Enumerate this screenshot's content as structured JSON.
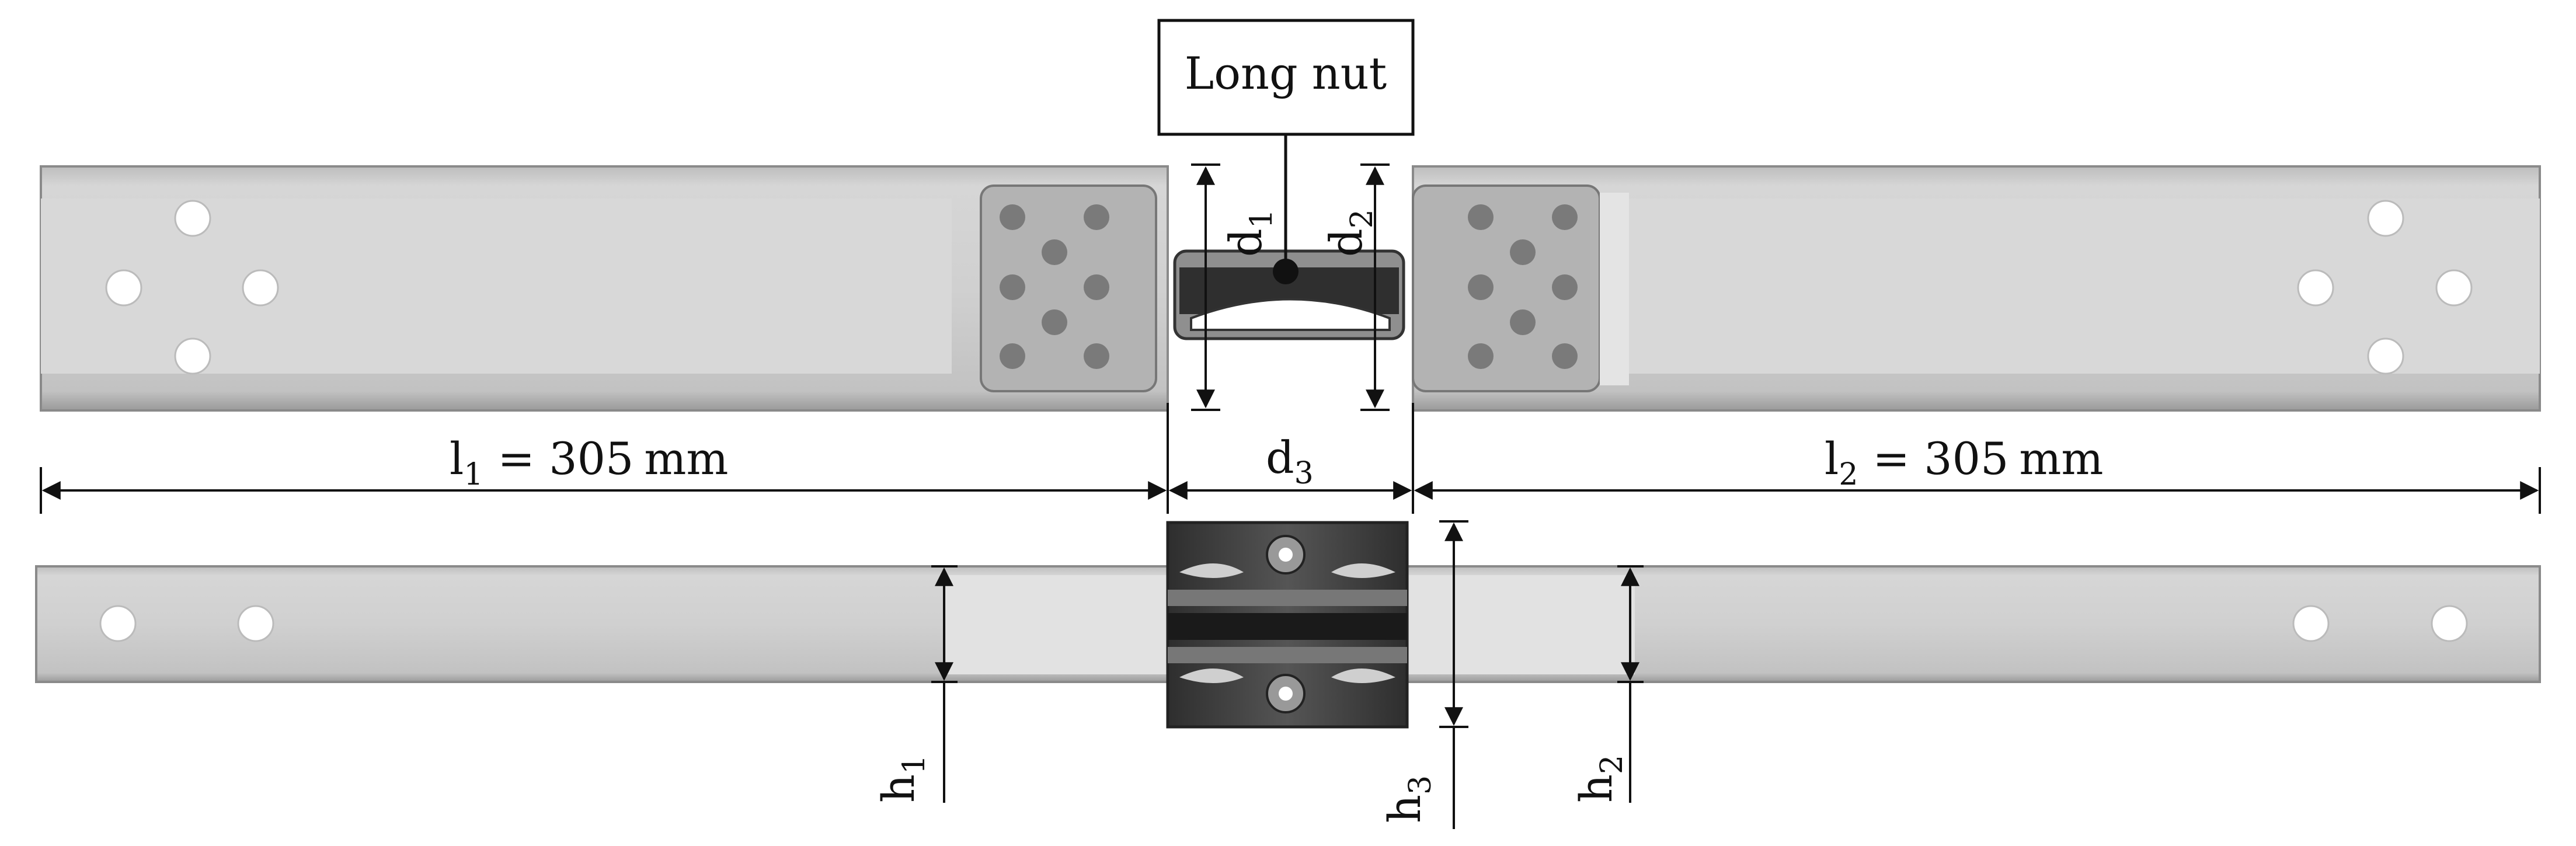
{
  "callout": {
    "label": "Long nut"
  },
  "dimensions": {
    "l1": {
      "symbol": "l",
      "sub": "1",
      "value": "= 305",
      "unit": "mm"
    },
    "l2": {
      "symbol": "l",
      "sub": "2",
      "value": "= 305",
      "unit": "mm"
    },
    "d1": {
      "symbol": "d",
      "sub": "1"
    },
    "d2": {
      "symbol": "d",
      "sub": "2"
    },
    "d3": {
      "symbol": "d",
      "sub": "3"
    },
    "h1": {
      "symbol": "h",
      "sub": "1"
    },
    "h2": {
      "symbol": "h",
      "sub": "2"
    },
    "h3": {
      "symbol": "h",
      "sub": "3"
    }
  },
  "colors": {
    "profile": "#cfcfcf",
    "profile_edge": "#8a8a8a",
    "plate": "#b0b0b0",
    "nut": "#3c3c3c",
    "hole": "#ffffff",
    "dot": "#7a7a7a"
  }
}
